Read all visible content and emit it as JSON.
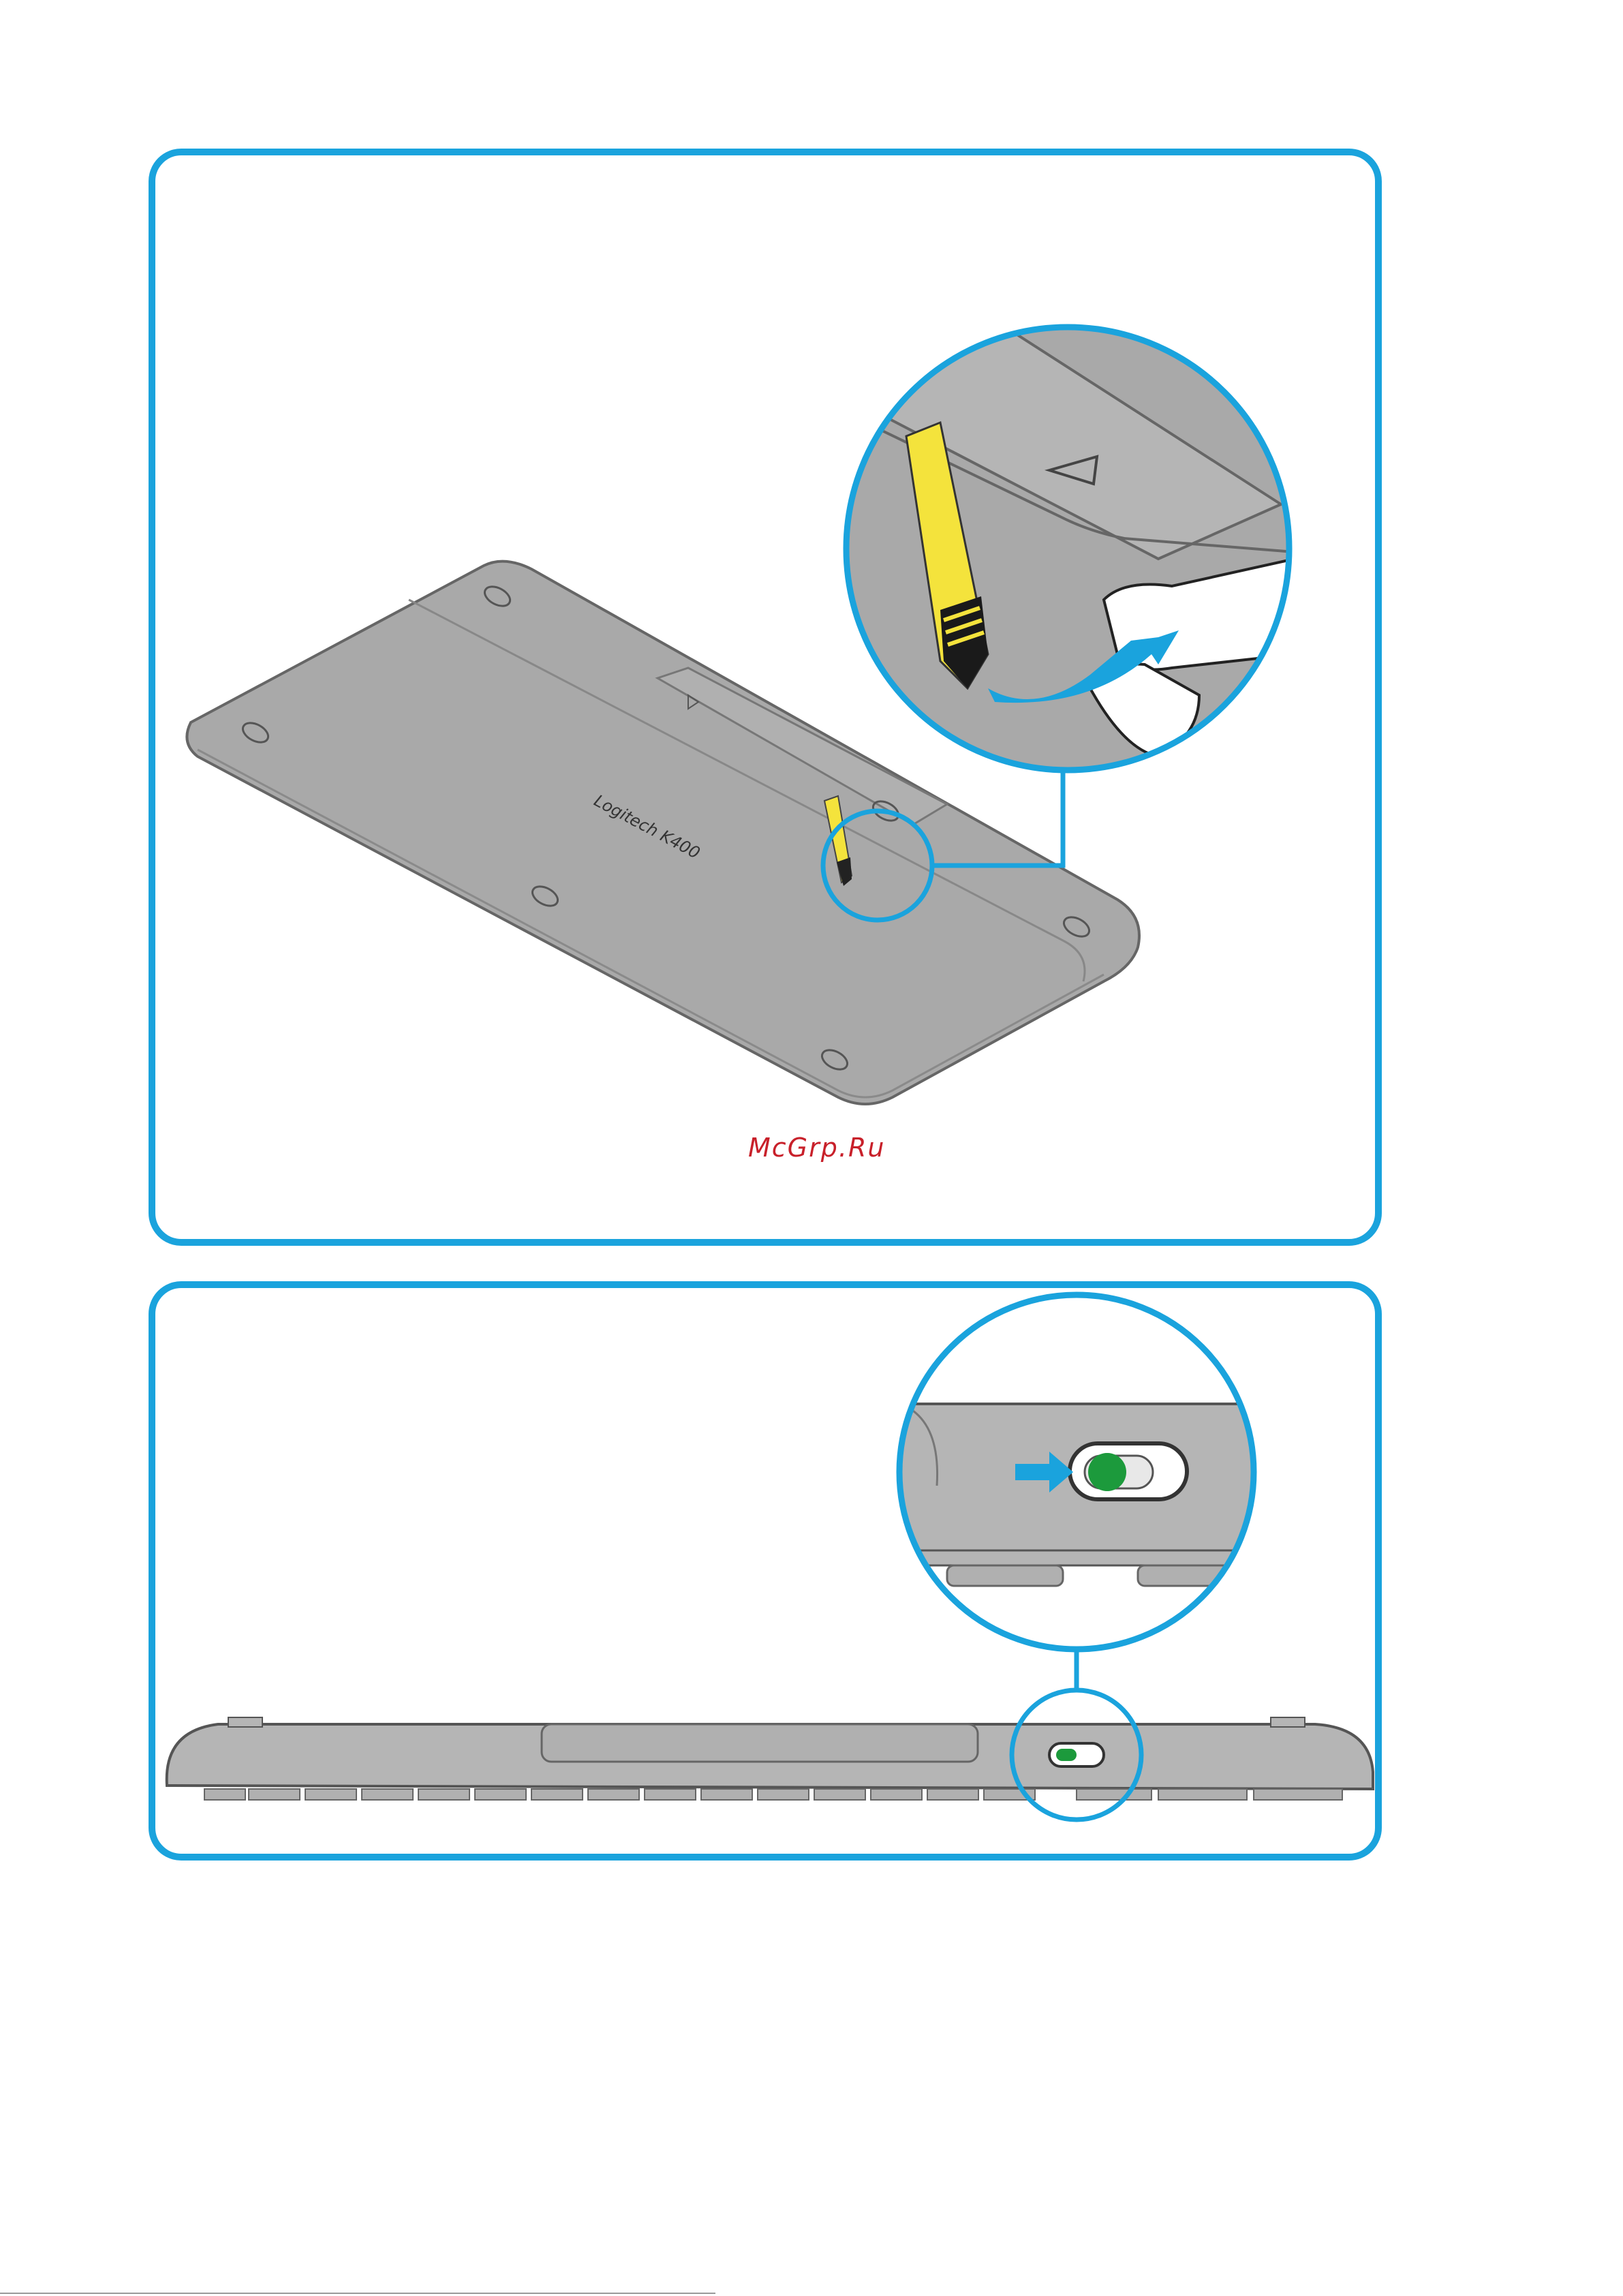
{
  "figure_top": {
    "title": "",
    "device_logo_text": "Logitech K400",
    "step": "pull battery tab"
  },
  "figure_bottom": {
    "title": "",
    "step": "slide power switch on",
    "switch_state": "on"
  },
  "watermark": {
    "text": "McGrp.Ru"
  },
  "colors": {
    "frame": "#1aa3dd",
    "device": "#a9a9a9",
    "tab": "#f4e33c",
    "switch_on": "#1c9a3c",
    "watermark": "#c8202a"
  }
}
